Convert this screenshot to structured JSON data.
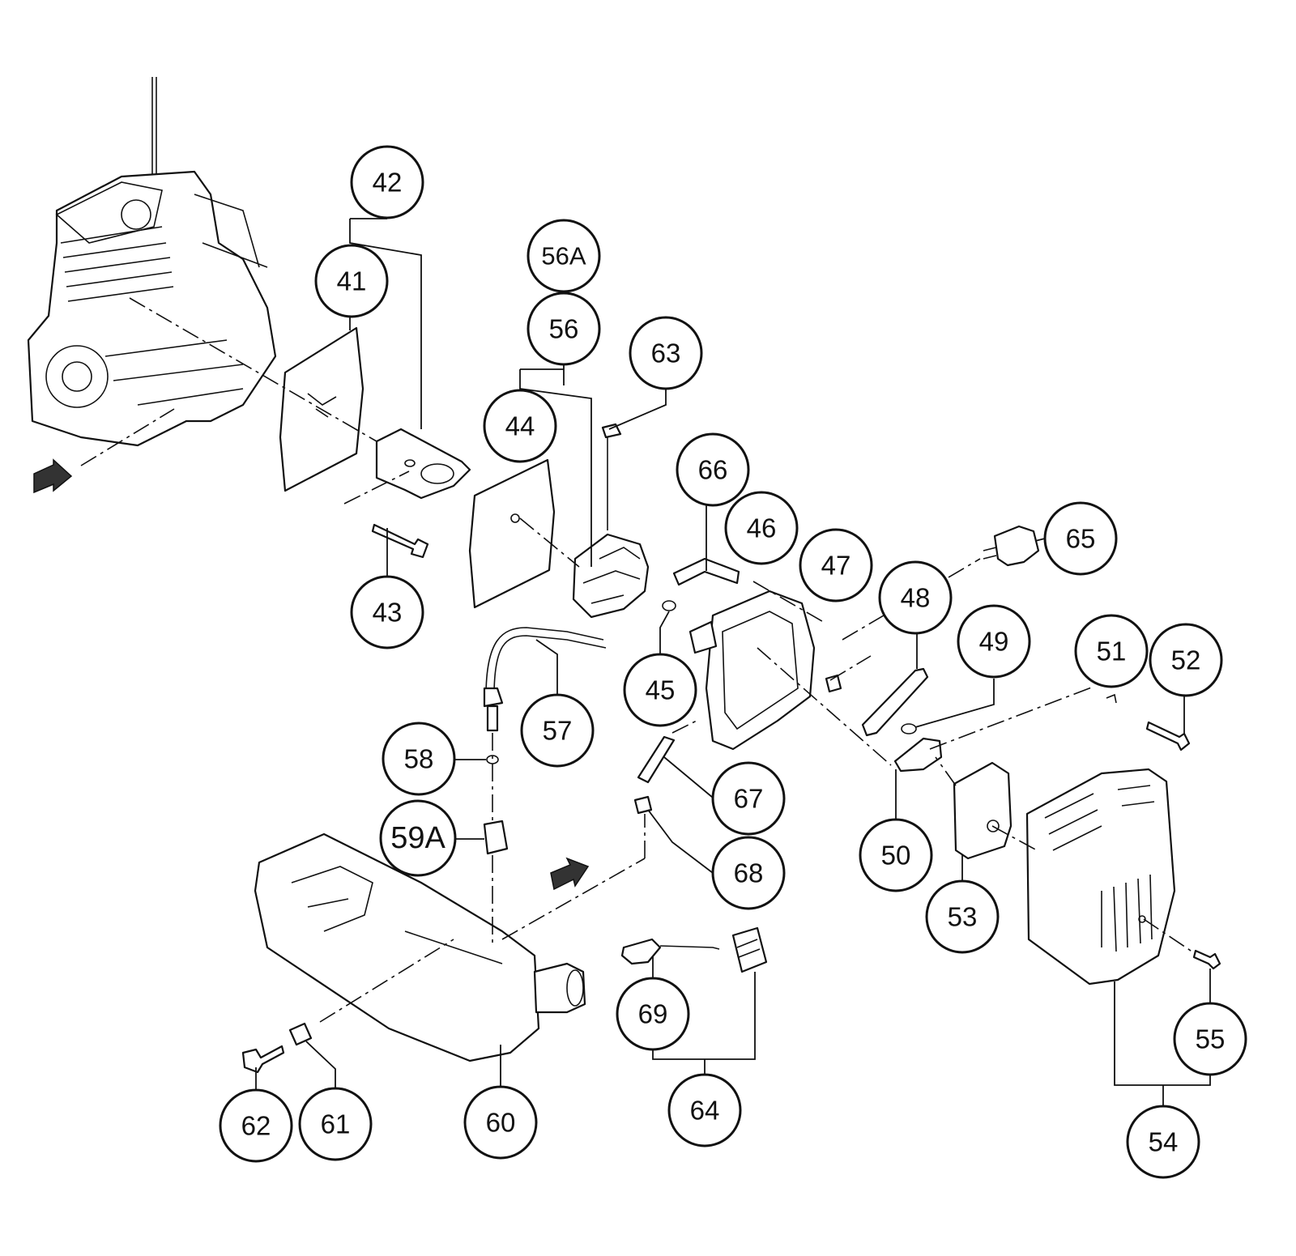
{
  "callouts": {
    "c41": "41",
    "c42": "42",
    "c43": "43",
    "c44": "44",
    "c45": "45",
    "c46": "46",
    "c47": "47",
    "c48": "48",
    "c49": "49",
    "c50": "50",
    "c51": "51",
    "c52": "52",
    "c53": "53",
    "c54": "54",
    "c55": "55",
    "c56": "56",
    "c56a": "56A",
    "c57": "57",
    "c58": "58",
    "c59a": "59A",
    "c60": "60",
    "c61": "61",
    "c62": "62",
    "c63": "63",
    "c64": "64",
    "c65": "65",
    "c66": "66",
    "c67": "67",
    "c68": "68",
    "c69": "69"
  },
  "colors": {
    "line": "#111111",
    "background": "#ffffff"
  }
}
